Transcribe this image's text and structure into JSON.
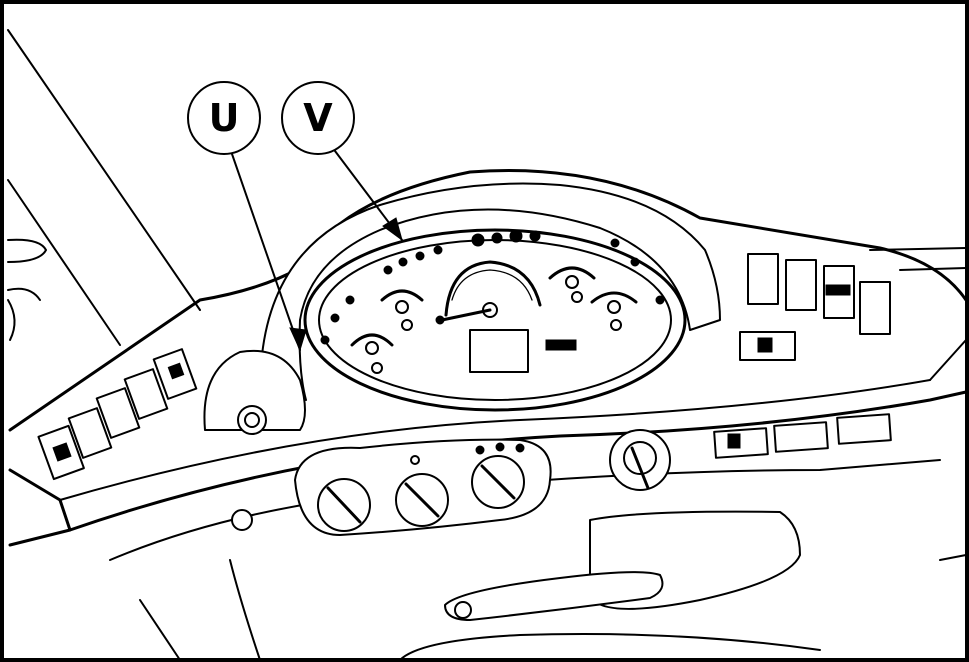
{
  "callouts": [
    {
      "id": "U",
      "label": "U"
    },
    {
      "id": "V",
      "label": "V"
    }
  ],
  "colors": {
    "line": "#000000",
    "background": "#ffffff"
  },
  "gauges": [
    {
      "name": "gauge-left-lower"
    },
    {
      "name": "gauge-left-upper"
    },
    {
      "name": "tachometer"
    },
    {
      "name": "gauge-right-upper"
    },
    {
      "name": "gauge-right-lower"
    }
  ],
  "icons": [
    "steering-column-icon",
    "ignition-switch-icon",
    "warning-lamp-icons",
    "rocker-switch-icons",
    "climate-control-knobs",
    "control-lever-icon"
  ]
}
